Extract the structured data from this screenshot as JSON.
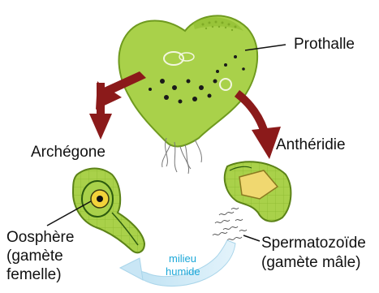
{
  "labels": {
    "prothalle": "Prothalle",
    "archegone": "Archégone",
    "antheridie": "Anthéridie",
    "oosphere_line1": "Oosphère",
    "oosphere_line2": "(gamète",
    "oosphere_line3": "femelle)",
    "spermatozoide_line1": "Spermatozoïde",
    "spermatozoide_line2": "(gamète mâle)",
    "milieu_line1": "milieu",
    "milieu_line2": "humide"
  },
  "colors": {
    "thallus_green": "#a9d14a",
    "thallus_outline": "#6f9a1f",
    "arrow_red": "#8b1a1a",
    "cycle_arrow": "#c9e6f5",
    "cycle_text": "#1aa7d8",
    "oosphere_yellow": "#f2d23a"
  }
}
